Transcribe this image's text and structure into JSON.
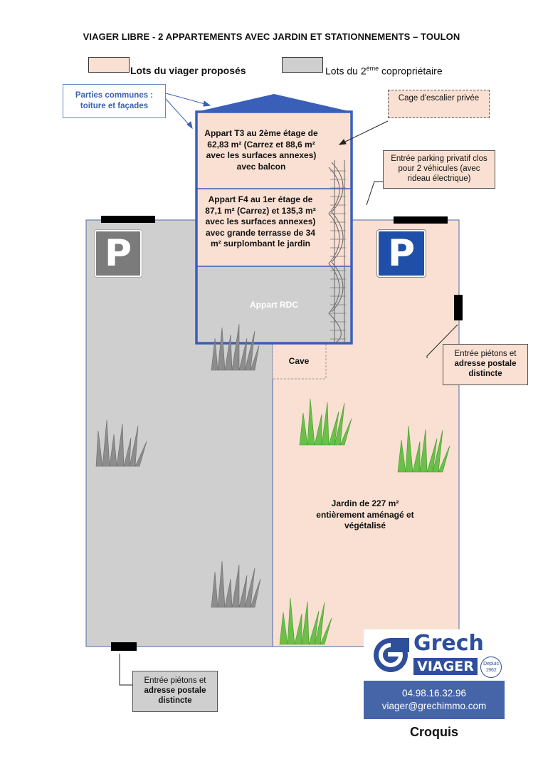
{
  "title": "VIAGER LIBRE - 2 APPARTEMENTS AVEC JARDIN ET STATIONNEMENTS – TOULON",
  "legend": {
    "lots_label": "Lots du viager proposés",
    "copro_label_pre": "Lots du 2",
    "copro_label_sup": "ème",
    "copro_label_post": " copropriétaire"
  },
  "callouts": {
    "parties_communes": "Parties communes : toiture et façades",
    "cage_escalier": "Cage d'escalier privée",
    "entree_parking": "Entrée parking privatif clos pour 2 véhicules (avec rideau électrique)",
    "entree_pietons_right_1": "Entrée piétons et",
    "entree_pietons_right_2": "adresse postale distincte",
    "entree_pietons_left_1": "Entrée piétons et",
    "entree_pietons_left_2": "adresse postale distincte"
  },
  "building": {
    "t3": "Appart T3 au 2ème étage de 62,83 m² (Carrez et 88,6 m² avec les surfaces annexes) avec balcon",
    "f4": "Appart F4 au 1er étage de 87,1 m² (Carrez) et 135,3 m² avec les surfaces annexes) avec grande terrasse de 34 m² surplombant le jardin",
    "rdc": "Appart RDC",
    "cave": "Cave"
  },
  "garden": {
    "label": "Jardin de 227 m² entièrement aménagé et végétalisé"
  },
  "parking_symbol": "P",
  "logo": {
    "brand": "Grech",
    "sub": "VIAGER",
    "since_1": "Depuis",
    "since_2": "1962",
    "phone": "04.98.16.32.96",
    "email": "viager@grechimmo.com"
  },
  "caption": "Croquis",
  "colors": {
    "lots": "#f9e0d2",
    "copro": "#cfcfcf",
    "building_border": "#3a5fb8",
    "parking_blue": "#1f4fa8",
    "parking_gray": "#7b7b7b",
    "logo_blue": "#2e4f9a",
    "contact_bar": "#4665a8"
  }
}
